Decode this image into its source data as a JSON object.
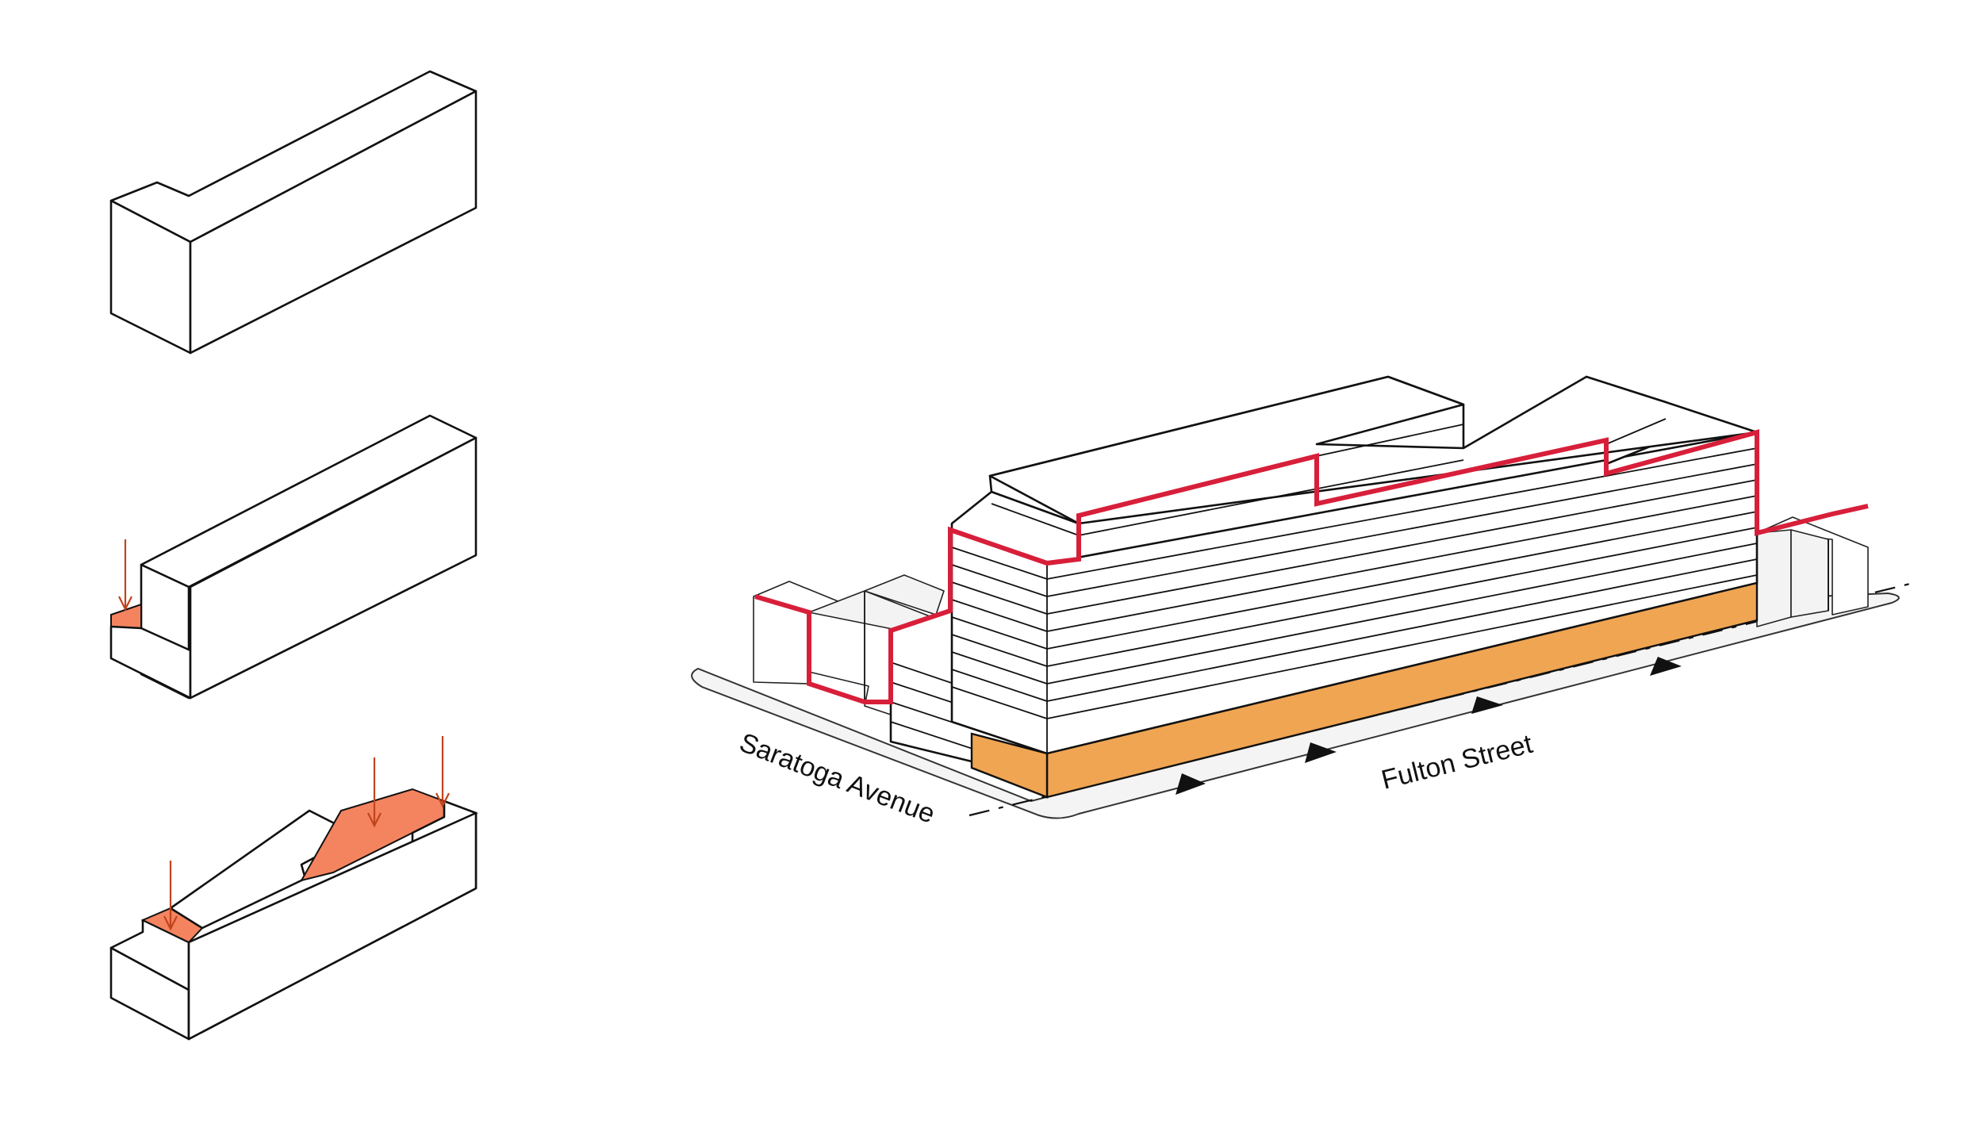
{
  "colors": {
    "background": "#ffffff",
    "outline": "#111111",
    "setback_highlight": "#f4845f",
    "arrow": "#c0441c",
    "retail_base": "#f0a553",
    "street_wall_line": "#d81f3a",
    "sidewalk": "#f4f4f4"
  },
  "labels": {
    "saratoga_avenue": "Saratoga Avenue",
    "fulton_street": "Fulton Street"
  },
  "step_diagrams": [
    {
      "name": "massing-step-1",
      "setback_arrows": 0
    },
    {
      "name": "massing-step-2",
      "setback_arrows": 1
    },
    {
      "name": "massing-step-3",
      "setback_arrows": 3
    }
  ],
  "icons": [
    "setback-arrow-icon",
    "traffic-direction-arrow-icon"
  ]
}
